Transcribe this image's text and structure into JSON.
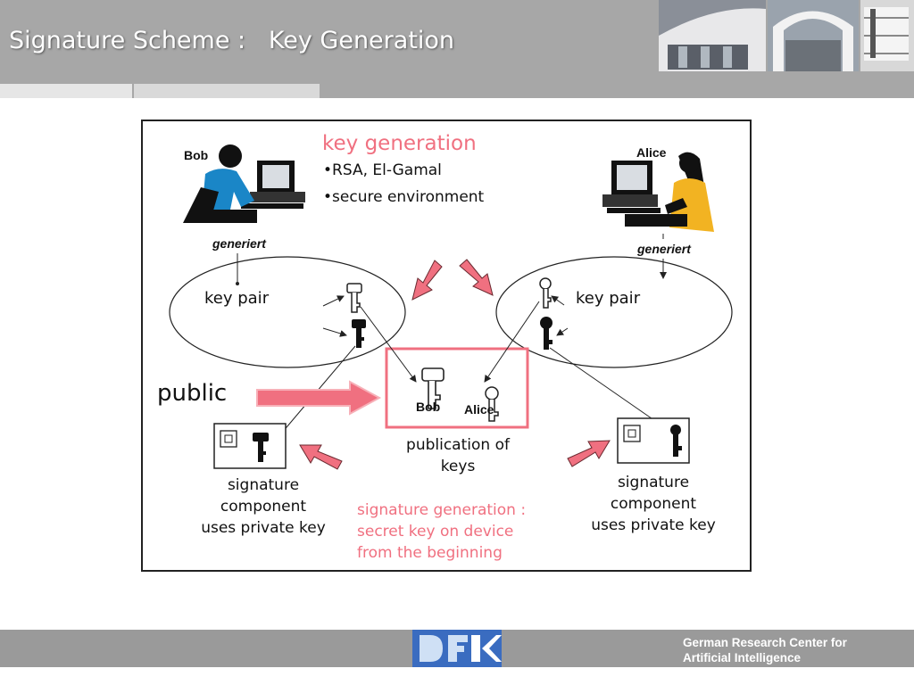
{
  "slide": {
    "title": "Signature Scheme :   Key Generation"
  },
  "diagram": {
    "key_generation_title": "key generation",
    "bullets": [
      "RSA, El-Gamal",
      "secure environment"
    ],
    "bob_name": "Bob",
    "alice_name": "Alice",
    "bob_generiert": "generiert",
    "alice_generiert": "generiert",
    "left_key_pair": "key pair",
    "right_key_pair": "key pair",
    "public_label": "public",
    "pub_box_bob": "Bob",
    "pub_box_alice": "Alice",
    "publication_line1": "publication of",
    "publication_line2": "keys",
    "left_sig": [
      "signature",
      "component",
      "uses private key"
    ],
    "right_sig": [
      "signature",
      "component",
      "uses private key"
    ],
    "sig_generation": [
      "signature generation :",
      "secret key on device",
      "from the beginning"
    ]
  },
  "footer": {
    "line1": "German Research Center for",
    "line2": "Artificial Intelligence"
  },
  "colors": {
    "accent_pink": "#f07080",
    "header_gray": "#a7a7a7",
    "footer_gray": "#9a9a9a"
  }
}
